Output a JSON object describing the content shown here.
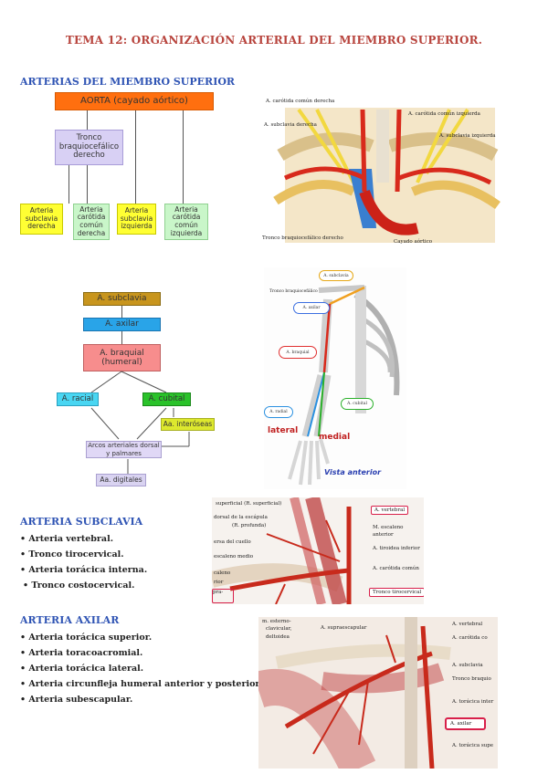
{
  "title": "TEMA 12: ORGANIZACIÓN ARTERIAL DEL MIEMBRO SUPERIOR.",
  "section1": {
    "heading": "ARTERIAS DEL MIEMBRO SUPERIOR",
    "diagram": {
      "aorta": "AORTA (cayado aórtico)",
      "tronco": "Tronco braquiocefálico derecho",
      "leaves": [
        "Arteria subclavia derecha",
        "Arteria carótida común derecha",
        "Arteria subclavia izquierda",
        "Arteria carótida común izquierda"
      ]
    },
    "figure_labels": {
      "carotida_der": "A. carótida común derecha",
      "subclavia_der": "A. subclavia derecha",
      "carotida_izq": "A. carótida común izquierda",
      "subclavia_izq": "A. subclavia izquierda",
      "tronco": "Tronco braquiocefálico derecho",
      "cayado": "Cayado aórtico"
    }
  },
  "section2": {
    "flow": {
      "subclavia": "A. subclavia",
      "axilar": "A. axilar",
      "braquial": "A. braquial (humeral)",
      "radial": "A. racial",
      "cubital": "A. cubital",
      "interoseas": "Aa. interóseas",
      "arcos": "Arcos arteriales dorsal y palmares",
      "digitales": "Aa. digitales"
    },
    "figure_labels": {
      "subclavia": "A. subclavia",
      "tronco": "Tronco braquiocefálico",
      "axilar": "A. axilar",
      "braquial": "A. braquial",
      "cubital": "A. cubital",
      "radial": "A. radial",
      "lateral": "lateral",
      "medial": "medial",
      "vista": "Vista anterior"
    }
  },
  "section3": {
    "heading": "ARTERIA SUBCLAVIA",
    "items": [
      "Arteria vertebral.",
      "Tronco tirocervical.",
      "Arteria torácica interna.",
      "Tronco costocervical."
    ],
    "figure_labels": {
      "l1": "superficial (R. superficial)",
      "l2": "dorsal de la escápula",
      "l3": "(R. profunda)",
      "l4": "ersa del cuello",
      "l5": "escaleno medio",
      "l6": "caleno",
      "l7": "rior",
      "r1": "A. vertebral",
      "r2": "M. escaleno",
      "r3": "anterior",
      "r4": "A. tiroidea inferior",
      "r5": "A. carótida común",
      "r6": "Tronco tirocervical",
      "b1": "pra-"
    }
  },
  "section4": {
    "heading": "ARTERIA AXILAR",
    "items": [
      "Arteria torácica superior.",
      "Arteria toracoacromial.",
      "Arteria torácica lateral.",
      "Arteria circunfleja humeral anterior y posterior,.",
      "Arteria subescapular."
    ],
    "figure_labels": {
      "t1": "m. esterno-",
      "t2": "clavicular,",
      "t3": "deltoidea",
      "t4": "A. supraescapular",
      "r1": "A. vertebral",
      "r2": "A. carótida co",
      "r3": "A. subclavia",
      "r4": "Tronco braquio",
      "r5": "A. torácica inter",
      "r6": "A. axilar",
      "r7": "A. torácica supe"
    }
  },
  "colors": {
    "title": "#b8453e",
    "heading": "#2f54b4",
    "aorta": "#ff6f0f",
    "tronco": "#d8d0f4",
    "yellow": "#ffff33",
    "green": "#c9f6c9",
    "subclavia": "#c8951d",
    "axilar": "#29a4e8",
    "braquial": "#f78d8d",
    "radial": "#49d6f2",
    "cubital": "#2ac22a",
    "interoseas": "#dde82e",
    "arcos": "#e0d8f6",
    "digitales": "#d9d3f1"
  }
}
